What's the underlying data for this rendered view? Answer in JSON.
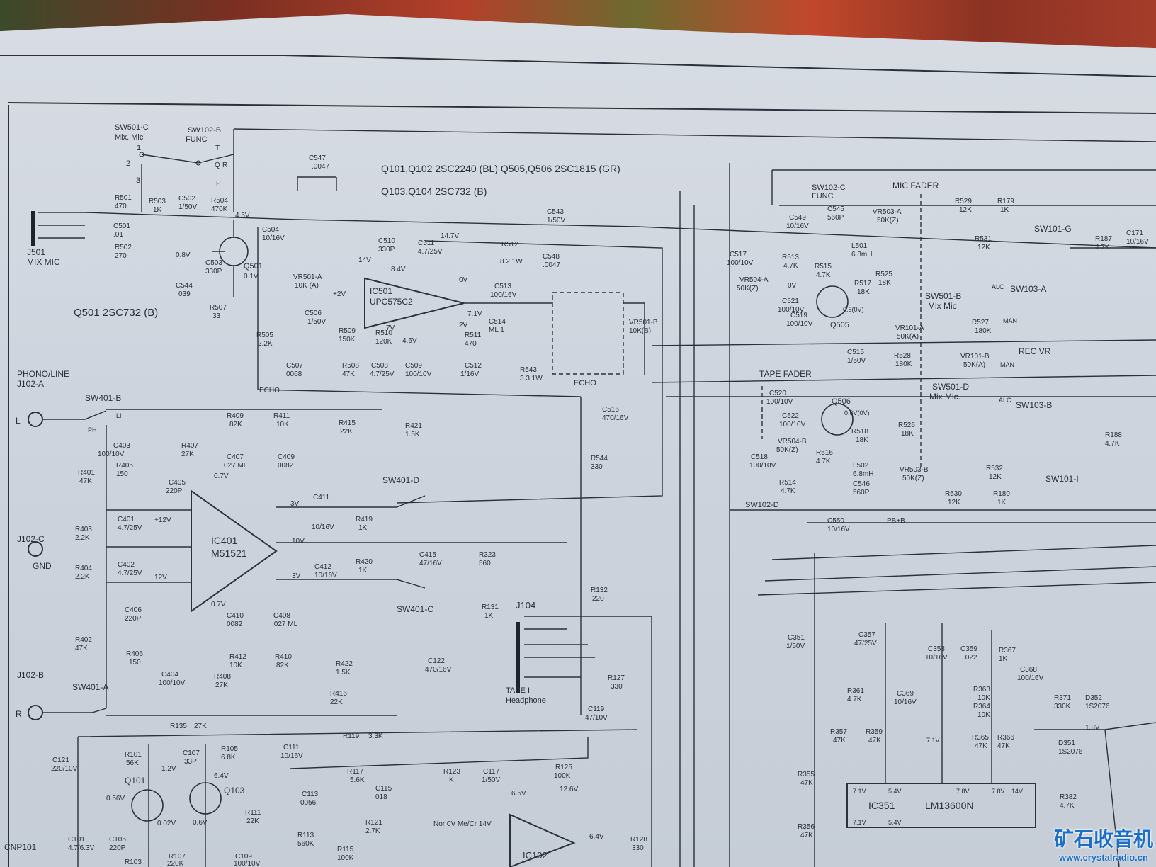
{
  "transistor_list": {
    "line1": "Q101,Q102    2SC2240 (BL)    Q505,Q506  2SC1815 (GR)",
    "line2": "Q103,Q104    2SC732 (B)"
  },
  "q501_type": "Q501  2SC732 (B)",
  "blocks": {
    "ic501": {
      "name": "IC501",
      "part": "UPC575C2"
    },
    "ic401": {
      "name": "IC401",
      "part": "M51521"
    },
    "ic351": {
      "name": "IC351",
      "part": "LM13600N"
    },
    "ic102": {
      "name": "IC102"
    }
  },
  "jacks": {
    "j501": {
      "name": "J501",
      "label": "MIX MIC"
    },
    "phono": {
      "title": "PHONO/LINE",
      "name": "J102-A",
      "pin": "L"
    },
    "j102c": {
      "name": "J102-C",
      "pin": "GND"
    },
    "j102b": {
      "name": "J102-B",
      "pin": "R"
    },
    "j104": {
      "name": "J104",
      "label1": "TAPE I",
      "label2": "Headphone"
    },
    "cnp101": {
      "name": "CNP101"
    }
  },
  "switches": {
    "sw501c": {
      "name": "SW501-C",
      "label": "Mix. Mic"
    },
    "sw102b": {
      "name": "SW102-B",
      "label": "FUNC"
    },
    "sw102c": {
      "name": "SW102-C",
      "label": "FUNC"
    },
    "sw102d": {
      "name": "SW102-D"
    },
    "sw401b": "SW401-B",
    "sw401d": "SW401-D",
    "sw401c": "SW401-C",
    "sw401a": "SW401-A",
    "sw501b": {
      "name": "SW501-B",
      "label": "Mix Mic"
    },
    "sw501d": {
      "name": "SW501-D",
      "label": "Mix Mic."
    },
    "sw103a": "SW103-A",
    "sw103b": "SW103-B",
    "sw101g": "SW101-G",
    "sw101i": "SW101-I"
  },
  "section_labels": {
    "mic_fader": "MIC  FADER",
    "tape_fader": "TAPE FADER",
    "rec_vr": "REC VR",
    "echo": "ECHO",
    "echo_block": "ECHO",
    "pb_b": "PB+B",
    "alc": "ALC",
    "man": "MAN"
  },
  "components": [
    {
      "id": "r501",
      "label": "R501",
      "value": "470"
    },
    {
      "id": "r502",
      "label": "R502",
      "value": "270"
    },
    {
      "id": "c501",
      "label": "C501",
      "value": ".01"
    },
    {
      "id": "r503",
      "label": "R503",
      "value": "1K"
    },
    {
      "id": "c502",
      "label": "C502",
      "value": "1/50V"
    },
    {
      "id": "r504",
      "label": "R504",
      "value": "470K"
    },
    {
      "id": "c503",
      "label": "C503",
      "value": "330P"
    },
    {
      "id": "c544",
      "label": "C544",
      "value": "039"
    },
    {
      "id": "r507",
      "label": "R507",
      "value": "33"
    },
    {
      "id": "c504",
      "label": "C504",
      "value": "10/16V"
    },
    {
      "id": "r505",
      "label": "R505",
      "value": "2.2K"
    },
    {
      "id": "vr501a",
      "label": "VR501-A",
      "value": "10K (A)"
    },
    {
      "id": "c506",
      "label": "C506",
      "value": "1/50V"
    },
    {
      "id": "c547",
      "label": "C547",
      "value": ".0047"
    },
    {
      "id": "c510",
      "label": "C510",
      "value": "330P"
    },
    {
      "id": "c511",
      "label": "C511",
      "value": "4.7/25V"
    },
    {
      "id": "r512",
      "label": "R512",
      "value": "8.2  1W"
    },
    {
      "id": "c548",
      "label": "C548",
      "value": ".0047"
    },
    {
      "id": "c543",
      "label": "C543",
      "value": "1/50V"
    },
    {
      "id": "c513",
      "label": "C513",
      "value": "100/16V"
    },
    {
      "id": "c514",
      "label": "C514",
      "value": "ML 1"
    },
    {
      "id": "r509",
      "label": "R509",
      "value": "150K"
    },
    {
      "id": "r510",
      "label": "R510",
      "value": "120K"
    },
    {
      "id": "r511",
      "label": "R511",
      "value": "470"
    },
    {
      "id": "c507",
      "label": "C507",
      "value": "0068"
    },
    {
      "id": "r508",
      "label": "R508",
      "value": "47K"
    },
    {
      "id": "c508",
      "label": "C508",
      "value": "4.7/25V"
    },
    {
      "id": "c509",
      "label": "C509",
      "value": "100/10V"
    },
    {
      "id": "c512",
      "label": "C512",
      "value": "1/16V"
    },
    {
      "id": "r543",
      "label": "R543",
      "value": "3.3 1W"
    },
    {
      "id": "vr501b",
      "label": "VR501-B",
      "value": "10K(B)"
    },
    {
      "id": "c516",
      "label": "C516",
      "value": "470/16V"
    },
    {
      "id": "r544",
      "label": "R544",
      "value": "330"
    },
    {
      "id": "r409",
      "label": "R409",
      "value": "82K"
    },
    {
      "id": "r411",
      "label": "R411",
      "value": "10K"
    },
    {
      "id": "r415",
      "label": "R415",
      "value": "22K"
    },
    {
      "id": "r421",
      "label": "R421",
      "value": "1.5K"
    },
    {
      "id": "c403",
      "label": "C403",
      "value": "100/10V"
    },
    {
      "id": "r407",
      "label": "R407",
      "value": "27K"
    },
    {
      "id": "c407",
      "label": "C407",
      "value": "027 ML"
    },
    {
      "id": "c409",
      "label": "C409",
      "value": "0082"
    },
    {
      "id": "r405",
      "label": "R405",
      "value": "150"
    },
    {
      "id": "r401",
      "label": "R401",
      "value": "47K"
    },
    {
      "id": "c405",
      "label": "C405",
      "value": "220P"
    },
    {
      "id": "c401",
      "label": "C401",
      "value": "4.7/25V"
    },
    {
      "id": "r403",
      "label": "R403",
      "value": "2.2K"
    },
    {
      "id": "c411",
      "label": "C411",
      "value": "10/16V"
    },
    {
      "id": "r419",
      "label": "R419",
      "value": "1K"
    },
    {
      "id": "r404",
      "label": "R404",
      "value": "2.2K"
    },
    {
      "id": "c402",
      "label": "C402",
      "value": "4.7/25V"
    },
    {
      "id": "c412",
      "label": "C412",
      "value": "10/16V"
    },
    {
      "id": "r420",
      "label": "R420",
      "value": "1K"
    },
    {
      "id": "c415",
      "label": "C415",
      "value": "47/16V"
    },
    {
      "id": "r323",
      "label": "R323",
      "value": "560"
    },
    {
      "id": "c406",
      "label": "C406",
      "value": "220P"
    },
    {
      "id": "c410",
      "label": "C410",
      "value": "0082"
    },
    {
      "id": "c408",
      "label": "C408",
      "value": ".027 ML"
    },
    {
      "id": "r402",
      "label": "R402",
      "value": "47K"
    },
    {
      "id": "r412",
      "label": "R412",
      "value": "10K"
    },
    {
      "id": "r410",
      "label": "R410",
      "value": "82K"
    },
    {
      "id": "r406",
      "label": "R406",
      "value": "150"
    },
    {
      "id": "c404",
      "label": "C404",
      "value": "100/10V"
    },
    {
      "id": "r408",
      "label": "R408",
      "value": "27K"
    },
    {
      "id": "r131",
      "label": "R131",
      "value": "1K"
    },
    {
      "id": "r422",
      "label": "R422",
      "value": "1.5K"
    },
    {
      "id": "c122",
      "label": "C122",
      "value": "470/16V"
    },
    {
      "id": "r416",
      "label": "R416",
      "value": "22K"
    },
    {
      "id": "r132",
      "label": "R132",
      "value": "220"
    },
    {
      "id": "r127",
      "label": "R127",
      "value": "330"
    },
    {
      "id": "c119",
      "label": "C119",
      "value": "47/10V"
    },
    {
      "id": "r135",
      "label": "R135",
      "value": "27K"
    },
    {
      "id": "r101",
      "label": "R101",
      "value": "56K"
    },
    {
      "id": "c107",
      "label": "C107",
      "value": "33P"
    },
    {
      "id": "r105",
      "label": "R105",
      "value": "6.8K"
    },
    {
      "id": "c111",
      "label": "C111",
      "value": "10/16V"
    },
    {
      "id": "r119",
      "label": "R119",
      "value": "3.3K"
    },
    {
      "id": "c121",
      "label": "C121",
      "value": "220/10V"
    },
    {
      "id": "c101",
      "label": "C101",
      "value": "4.7/6.3V"
    },
    {
      "id": "c105",
      "label": "C105",
      "value": "220P"
    },
    {
      "id": "r117",
      "label": "R117",
      "value": "5.6K"
    },
    {
      "id": "c115",
      "label": "C115",
      "value": "018"
    },
    {
      "id": "r123",
      "label": "R123",
      "value": "K"
    },
    {
      "id": "c117",
      "label": "C117",
      "value": "1/50V"
    },
    {
      "id": "r125",
      "label": "R125",
      "value": "100K"
    },
    {
      "id": "c113",
      "label": "C113",
      "value": "0056"
    },
    {
      "id": "r111",
      "label": "R111",
      "value": "22K"
    },
    {
      "id": "r113",
      "label": "R113",
      "value": "560K"
    },
    {
      "id": "r121",
      "label": "R121",
      "value": "2.7K"
    },
    {
      "id": "r115",
      "label": "R115",
      "value": "100K"
    },
    {
      "id": "r128",
      "label": "R128",
      "value": "330"
    },
    {
      "id": "r103",
      "label": "R103",
      "value": ""
    },
    {
      "id": "r107",
      "label": "R107",
      "value": "220K"
    },
    {
      "id": "c109",
      "label": "C109",
      "value": "100/10V"
    },
    {
      "id": "r529",
      "label": "R529",
      "value": "12K"
    },
    {
      "id": "r179",
      "label": "R179",
      "value": "1K"
    },
    {
      "id": "c549",
      "label": "C549",
      "value": "10/16V"
    },
    {
      "id": "c545",
      "label": "C545",
      "value": "560P"
    },
    {
      "id": "vr503a",
      "label": "VR503-A",
      "value": "50K(Z)"
    },
    {
      "id": "r531",
      "label": "R531",
      "value": "12K"
    },
    {
      "id": "r187",
      "label": "R187",
      "value": "4.7K"
    },
    {
      "id": "c171",
      "label": "C171",
      "value": "10/16V"
    },
    {
      "id": "c517",
      "label": "C517",
      "value": "100/10V"
    },
    {
      "id": "r513",
      "label": "R513",
      "value": "4.7K"
    },
    {
      "id": "l501",
      "label": "L501",
      "value": "6.8mH"
    },
    {
      "id": "r515",
      "label": "R515",
      "value": "4.7K"
    },
    {
      "id": "vr504a",
      "label": "VR504-A",
      "value": "50K(Z)"
    },
    {
      "id": "c521",
      "label": "C521",
      "value": "100/10V"
    },
    {
      "id": "c519",
      "label": "C519",
      "value": "100/10V"
    },
    {
      "id": "r517",
      "label": "R517",
      "value": "18K"
    },
    {
      "id": "r525",
      "label": "R525",
      "value": "18K"
    },
    {
      "id": "r527",
      "label": "R527",
      "value": "180K"
    },
    {
      "id": "vr101a",
      "label": "VR101-A",
      "value": "50K(A)"
    },
    {
      "id": "c515",
      "label": "C515",
      "value": "1/50V"
    },
    {
      "id": "r528",
      "label": "R528",
      "value": "180K"
    },
    {
      "id": "vr101b",
      "label": "VR101-B",
      "value": "50K(A)"
    },
    {
      "id": "c520",
      "label": "C520",
      "value": "100/10V"
    },
    {
      "id": "c522",
      "label": "C522",
      "value": "100/10V"
    },
    {
      "id": "r518",
      "label": "R518",
      "value": "18K"
    },
    {
      "id": "vr504b",
      "label": "VR504-B",
      "value": "50K(Z)"
    },
    {
      "id": "r526",
      "label": "R526",
      "value": "18K"
    },
    {
      "id": "c518",
      "label": "C518",
      "value": "100/10V"
    },
    {
      "id": "r516",
      "label": "R516",
      "value": "4.7K"
    },
    {
      "id": "r514",
      "label": "R514",
      "value": "4.7K"
    },
    {
      "id": "l502",
      "label": "L502",
      "value": "6.8mH"
    },
    {
      "id": "c546",
      "label": "C546",
      "value": "560P"
    },
    {
      "id": "vr503b",
      "label": "VR503-B",
      "value": "50K(Z)"
    },
    {
      "id": "r532",
      "label": "R532",
      "value": "12K"
    },
    {
      "id": "r188",
      "label": "R188",
      "value": "4.7K"
    },
    {
      "id": "r530",
      "label": "R530",
      "value": "12K"
    },
    {
      "id": "r180",
      "label": "R180",
      "value": "1K"
    },
    {
      "id": "c550",
      "label": "C550",
      "value": "10/16V"
    },
    {
      "id": "c351",
      "label": "C351",
      "value": "1/50V"
    },
    {
      "id": "c357",
      "label": "C357",
      "value": "47/25V"
    },
    {
      "id": "c353",
      "label": "C353",
      "value": "10/16V"
    },
    {
      "id": "c359",
      "label": "C359",
      "value": ".022"
    },
    {
      "id": "r367",
      "label": "R367",
      "value": "1K"
    },
    {
      "id": "c368",
      "label": "C368",
      "value": "100/16V"
    },
    {
      "id": "r361",
      "label": "R361",
      "value": "4.7K"
    },
    {
      "id": "c369",
      "label": "C369",
      "value": "10/16V"
    },
    {
      "id": "r363",
      "label": "R363",
      "value": "10K"
    },
    {
      "id": "r364",
      "label": "R364",
      "value": "10K"
    },
    {
      "id": "r371",
      "label": "R371",
      "value": "330K"
    },
    {
      "id": "d352",
      "label": "D352",
      "value": "1S2076"
    },
    {
      "id": "r357",
      "label": "R357",
      "value": "47K"
    },
    {
      "id": "r359",
      "label": "R359",
      "value": "47K"
    },
    {
      "id": "r365",
      "label": "R365",
      "value": "47K"
    },
    {
      "id": "r366",
      "label": "R366",
      "value": "47K"
    },
    {
      "id": "d351",
      "label": "D351",
      "value": "1S2076"
    },
    {
      "id": "r355",
      "label": "R355",
      "value": "47K"
    },
    {
      "id": "r356",
      "label": "R356",
      "value": "47K"
    },
    {
      "id": "r382",
      "label": "R382",
      "value": "4.7K"
    }
  ],
  "transistors": {
    "q501": "Q501",
    "q505": "Q505",
    "q506": "Q506",
    "q101": "Q101",
    "q103": "Q103"
  },
  "voltages": {
    "v45": "4.5V",
    "v08": "0.8V",
    "v01": "0.1V",
    "v147": "14.7V",
    "v14": "14V",
    "v84": "8.4V",
    "v0": "0V",
    "v71": "7.1V",
    "v7": "7V",
    "v46": "4.6V",
    "v2": "2V",
    "v_2": "+2V",
    "v07": "0.7V",
    "v12": "+12V",
    "v3": "3V",
    "v10": "10V",
    "v12b": "12V",
    "v3b": "3V",
    "v07b": "0.7V",
    "q506v": "0.6V(0V)",
    "q505v": "0.6(0V)",
    "v0b": "0V",
    "q101v1": "1.2V",
    "q101v2": "0.56V",
    "q101v3": "0.02V",
    "q103v1": "6.4V",
    "q103v2": "0.6V",
    "ic102v1": "6.5V",
    "ic102v2": "12.6V",
    "ic102v3": "6.4V",
    "ic102note": "Nor 0V\nMe/Cr 14V",
    "ic351v": [
      "7.1V",
      "5.4V",
      "7.1V",
      "7.8V",
      "7.8V",
      "14V",
      "7.1V",
      "5.4V"
    ],
    "d351v": "1.8V"
  },
  "switch_pos": {
    "sw501c": [
      "2",
      "1",
      "3"
    ],
    "sw102b": [
      "T",
      "Q",
      "R",
      "P"
    ],
    "sw401": [
      "LI",
      "PH"
    ]
  },
  "watermark": {
    "cn": "矿石收音机",
    "url": "www.crystalradio.cn"
  }
}
